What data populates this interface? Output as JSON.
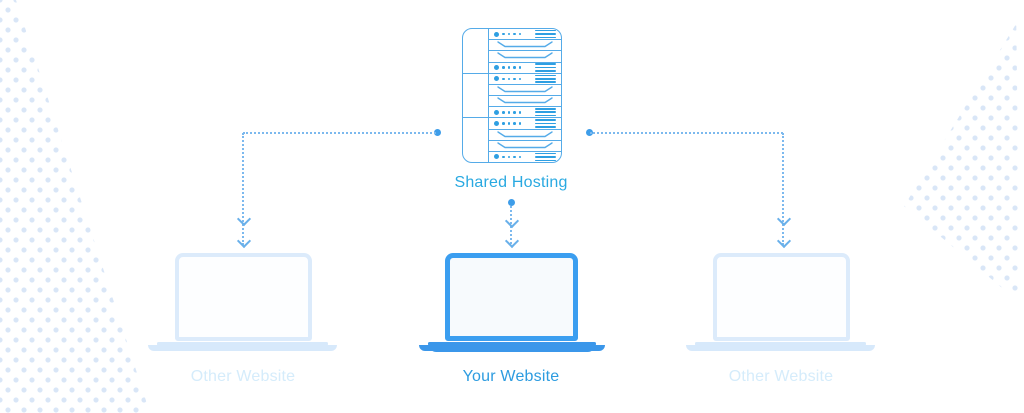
{
  "diagram": {
    "server_label": "Shared Hosting",
    "nodes": [
      {
        "label": "Other Website",
        "state": "inactive"
      },
      {
        "label": "Your Website",
        "state": "active"
      },
      {
        "label": "Other Website",
        "state": "inactive"
      }
    ],
    "icons": {
      "server": "rack-server-icon",
      "node": "laptop-icon",
      "arrow": "arrow-chevron-icon"
    },
    "colors": {
      "accent_blue": "#2e9fe2",
      "outline_blue": "#55abe8",
      "title_text": "#29a9e1",
      "active_laptop": "#3b9ef0",
      "active_label": "#2d9ce0",
      "inactive_laptop": "#dcebfb",
      "inactive_label": "#d5ecfb",
      "connector": "#7cb9ee",
      "pattern_dot": "#d9e6f7",
      "background": "#ffffff"
    }
  }
}
